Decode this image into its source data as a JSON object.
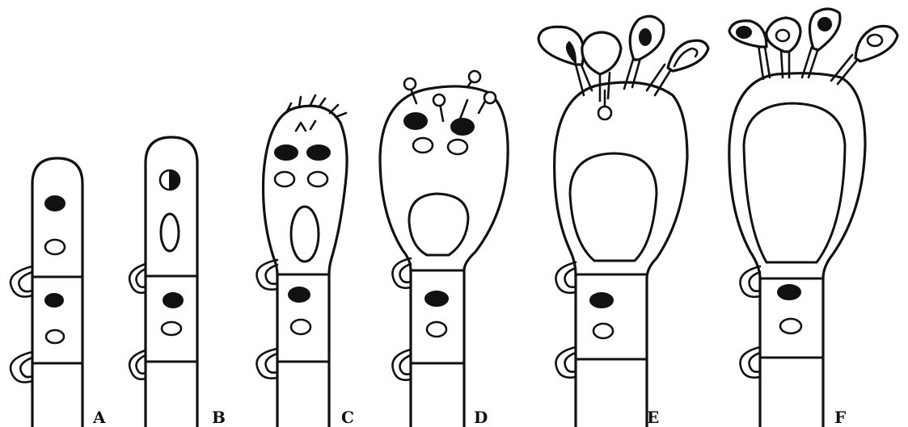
{
  "figure": {
    "stage_labels": [
      "A",
      "B",
      "C",
      "D",
      "E",
      "F"
    ]
  }
}
